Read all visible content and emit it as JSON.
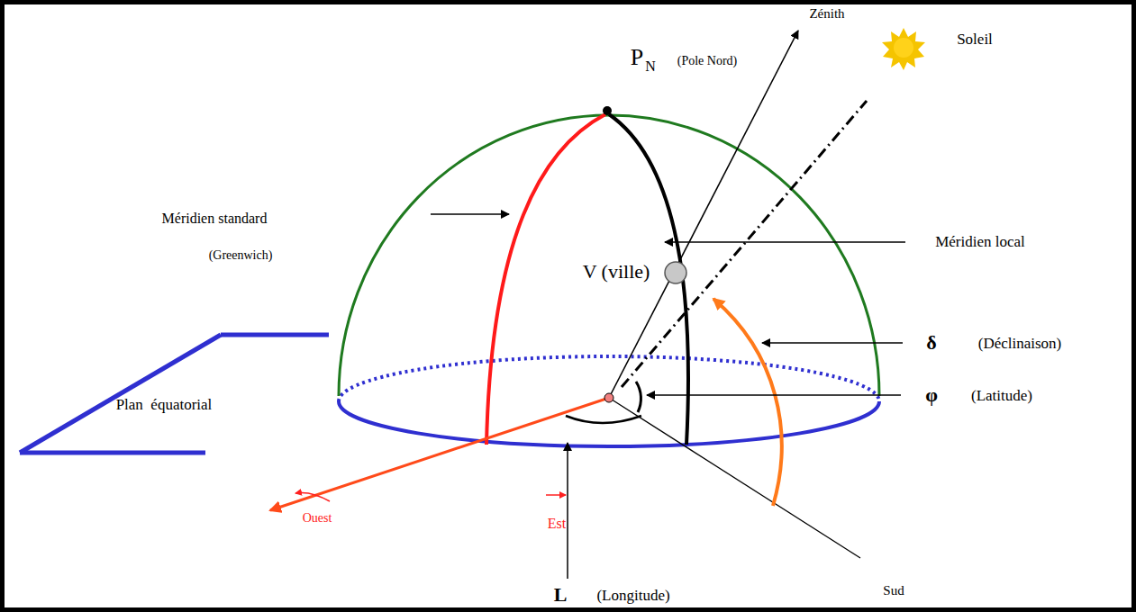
{
  "diagram": {
    "labels": [
      "P",
      "N",
      "(Pole Nord)",
      "Zénith",
      "Soleil",
      "Méridien standard",
      "(Greenwich)",
      "Méridien local",
      "V (ville)",
      "δ",
      "(Déclinaison)",
      "φ",
      "(Latitude)",
      "Plan  équatorial",
      "Ouest",
      "Est",
      "L",
      "(Longitude)",
      "Sud"
    ]
  }
}
